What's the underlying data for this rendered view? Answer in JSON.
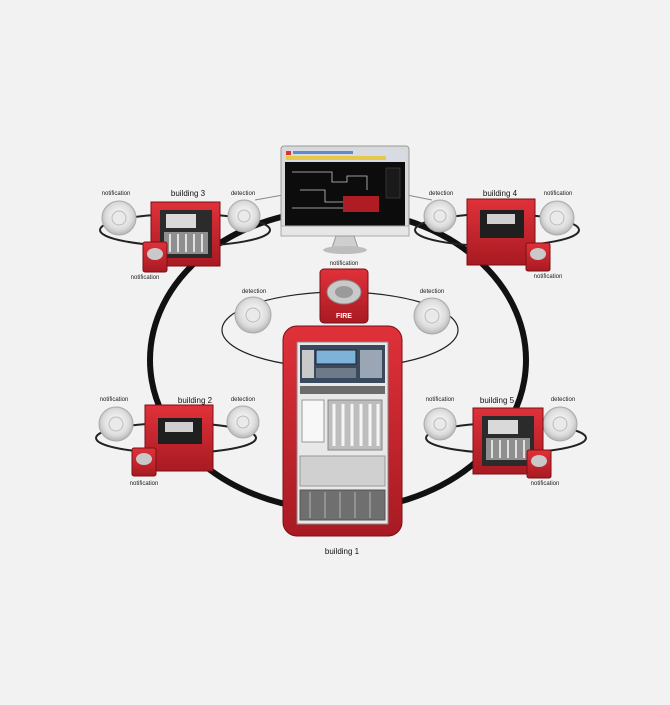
{
  "main_panel": {
    "label": "building 1"
  },
  "center_ring": {
    "notification_label": "notification",
    "detection_left_label": "detection",
    "detection_right_label": "detection",
    "fire_text": "FIRE"
  },
  "building3": {
    "name": "building 3",
    "notification_top": "notification",
    "detection": "detection",
    "notification_bottom": "notification"
  },
  "building4": {
    "name": "building 4",
    "notification_top": "notification",
    "detection": "detection",
    "notification_bottom": "notification"
  },
  "building2": {
    "name": "building 2",
    "notification_top": "notification",
    "detection": "detection",
    "notification_bottom": "notification"
  },
  "building5": {
    "name": "building 5",
    "notification_top": "notification",
    "detection": "detection",
    "notification_bottom": "notification"
  },
  "colors": {
    "panel_red": "#c8232c",
    "panel_dark_red": "#8e141b",
    "ring": "#111111",
    "background": "#f2f2f2"
  },
  "icons": {
    "monitor": "workstation-monitor-icon",
    "horn_strobe": "horn-strobe-icon",
    "smoke_detector": "smoke-detector-icon",
    "fire_panel": "fire-panel-icon"
  }
}
